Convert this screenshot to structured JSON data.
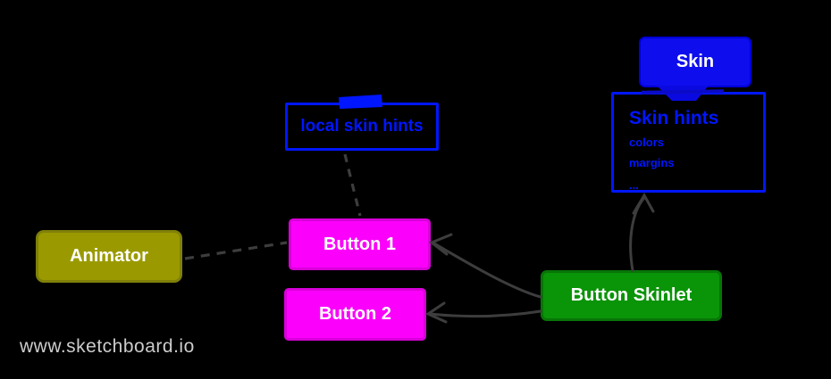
{
  "colors": {
    "background": "#000000",
    "blue_fill": "#0d0dee",
    "blue_line": "#0016ff",
    "magenta_fill": "#fb00fb",
    "magenta_border": "#d900d9",
    "olive_fill": "#9a9a00",
    "olive_border": "#80800a",
    "green_fill": "#0a9408",
    "green_border": "#077507",
    "connector_gray": "#3d3d3d",
    "label_white": "#ffffff",
    "watermark_gray": "#cccccc"
  },
  "nodes": {
    "skin": {
      "label": "Skin"
    },
    "skin_hints": {
      "title": "Skin hints",
      "items": [
        "colors",
        "margins",
        "..."
      ]
    },
    "local_skin_hints": {
      "label": "local skin hints"
    },
    "animator": {
      "label": "Animator"
    },
    "button1": {
      "label": "Button 1"
    },
    "button2": {
      "label": "Button 2"
    },
    "button_skinlet": {
      "label": "Button Skinlet"
    }
  },
  "watermark": {
    "text": "www.sketchboard.io"
  }
}
